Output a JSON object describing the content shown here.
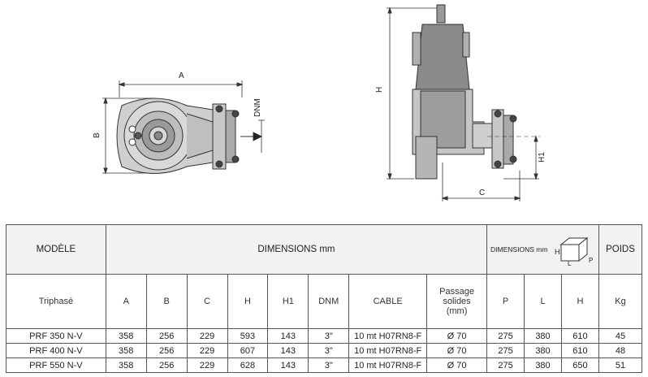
{
  "drawing": {
    "dim_a": "A",
    "dim_b": "B",
    "dim_dnm": "DNM",
    "dim_h": "H",
    "dim_h1": "H1",
    "dim_c": "C"
  },
  "table": {
    "col_model": "MODÈLE",
    "col_dimensions": "DIMENSIONS mm",
    "col_pack_dimensions": "DIMENSIONS mm",
    "col_weight": "POIDS",
    "subhead_type": "Triphasé",
    "sub_columns": [
      "A",
      "B",
      "C",
      "H",
      "H1",
      "DNM",
      "CABLE",
      "Passage solides (mm)",
      "P",
      "L",
      "H",
      "Kg"
    ],
    "pack_icon_labels": [
      "H",
      "L",
      "P"
    ],
    "rows": [
      {
        "model": "PRF 350 N-V",
        "a": "358",
        "b": "256",
        "c": "229",
        "h": "593",
        "h1": "143",
        "dnm": "3\"",
        "cable": "10 mt H07RN8-F",
        "passage": "Ø 70",
        "p": "275",
        "l": "380",
        "ph": "610",
        "kg": "45"
      },
      {
        "model": "PRF 400 N-V",
        "a": "358",
        "b": "256",
        "c": "229",
        "h": "607",
        "h1": "143",
        "dnm": "3\"",
        "cable": "10 mt H07RN8-F",
        "passage": "Ø 70",
        "p": "275",
        "l": "380",
        "ph": "610",
        "kg": "48"
      },
      {
        "model": "PRF 550 N-V",
        "a": "358",
        "b": "256",
        "c": "229",
        "h": "628",
        "h1": "143",
        "dnm": "3\"",
        "cable": "10 mt H07RN8-F",
        "passage": "Ø 70",
        "p": "275",
        "l": "380",
        "ph": "650",
        "kg": "51"
      }
    ]
  }
}
